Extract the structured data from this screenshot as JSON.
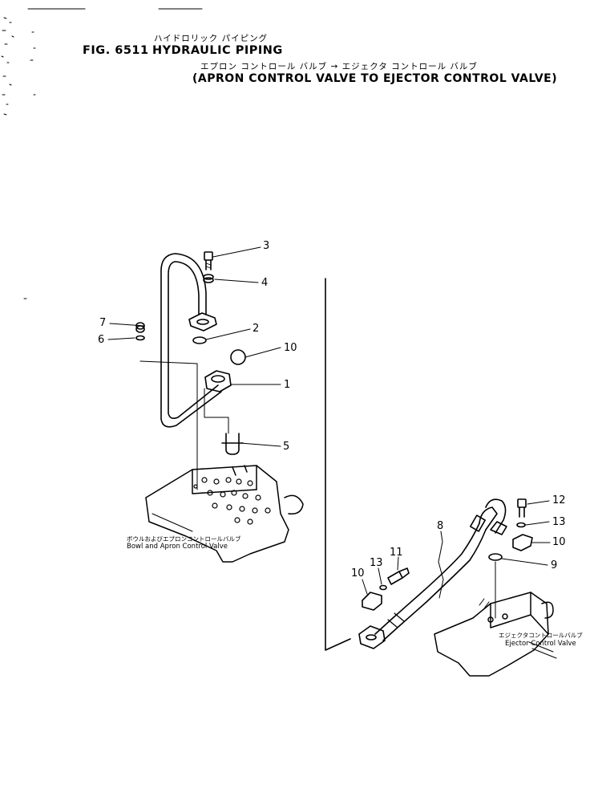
{
  "header": {
    "fig_label": "FIG. 6511",
    "title_jp": "ハイドロリック パイピング",
    "title_en": "HYDRAULIC PIPING",
    "subtitle_jp": "エプロン コントロール バルブ → エジェクタ コントロール バルブ",
    "subtitle_en": "(APRON CONTROL VALVE TO EJECTOR CONTROL VALVE)"
  },
  "captions": {
    "bowl_valve_jp": "ボウルおよびエプロンコントロールバルブ",
    "bowl_valve_en": "Bowl and Apron Control Valve",
    "ejector_valve_jp": "エジェクタコントロールバルブ",
    "ejector_valve_en": "Ejector Control Valve"
  },
  "callouts": {
    "c1": "1",
    "c2": "2",
    "c3": "3",
    "c4": "4",
    "c5": "5",
    "c6": "6",
    "c7": "7",
    "c8": "8",
    "c9": "9",
    "c10a": "10",
    "c10b": "10",
    "c10c": "10",
    "c11": "11",
    "c12": "12",
    "c13a": "13",
    "c13b": "13"
  }
}
